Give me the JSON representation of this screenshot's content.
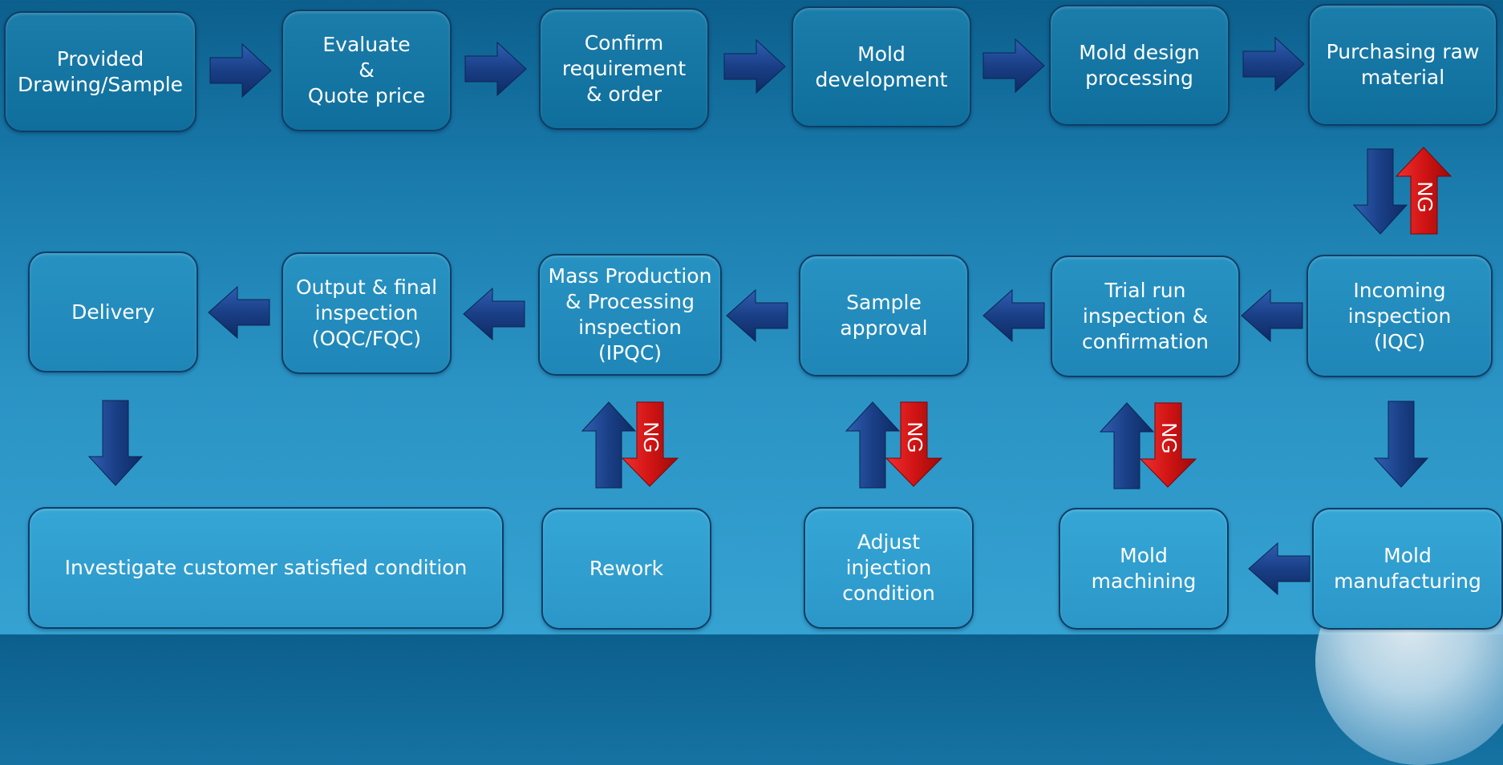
{
  "colors": {
    "box_border": "#0c3e66",
    "arrow_blue": "#1a3f86",
    "arrow_red": "#d11414",
    "text": "#ffffff"
  },
  "steps": {
    "provided": "Provided\nDrawing/Sample",
    "evaluate": "Evaluate\n&\nQuote price",
    "confirm": "Confirm\nrequirement\n& order",
    "mold_dev": "Mold\ndevelopment",
    "mold_design": "Mold design\nprocessing",
    "purchasing": "Purchasing raw\nmaterial",
    "incoming": "Incoming\ninspection\n(IQC)",
    "trial": "Trial run\ninspection &\nconfirmation",
    "sample": "Sample\napproval",
    "mass": "Mass Production\n& Processing\ninspection\n(IPQC)",
    "output": "Output & final\ninspection\n(OQC/FQC)",
    "delivery": "Delivery",
    "investigate": "Investigate customer satisfied condition",
    "rework": "Rework",
    "adjust": "Adjust\ninjection\ncondition",
    "mold_machining": "Mold\nmachining",
    "mold_manufacturing": "Mold\nmanufacturing"
  },
  "ng_label": "NG",
  "decor": {
    "globe": "globe-decoration"
  }
}
